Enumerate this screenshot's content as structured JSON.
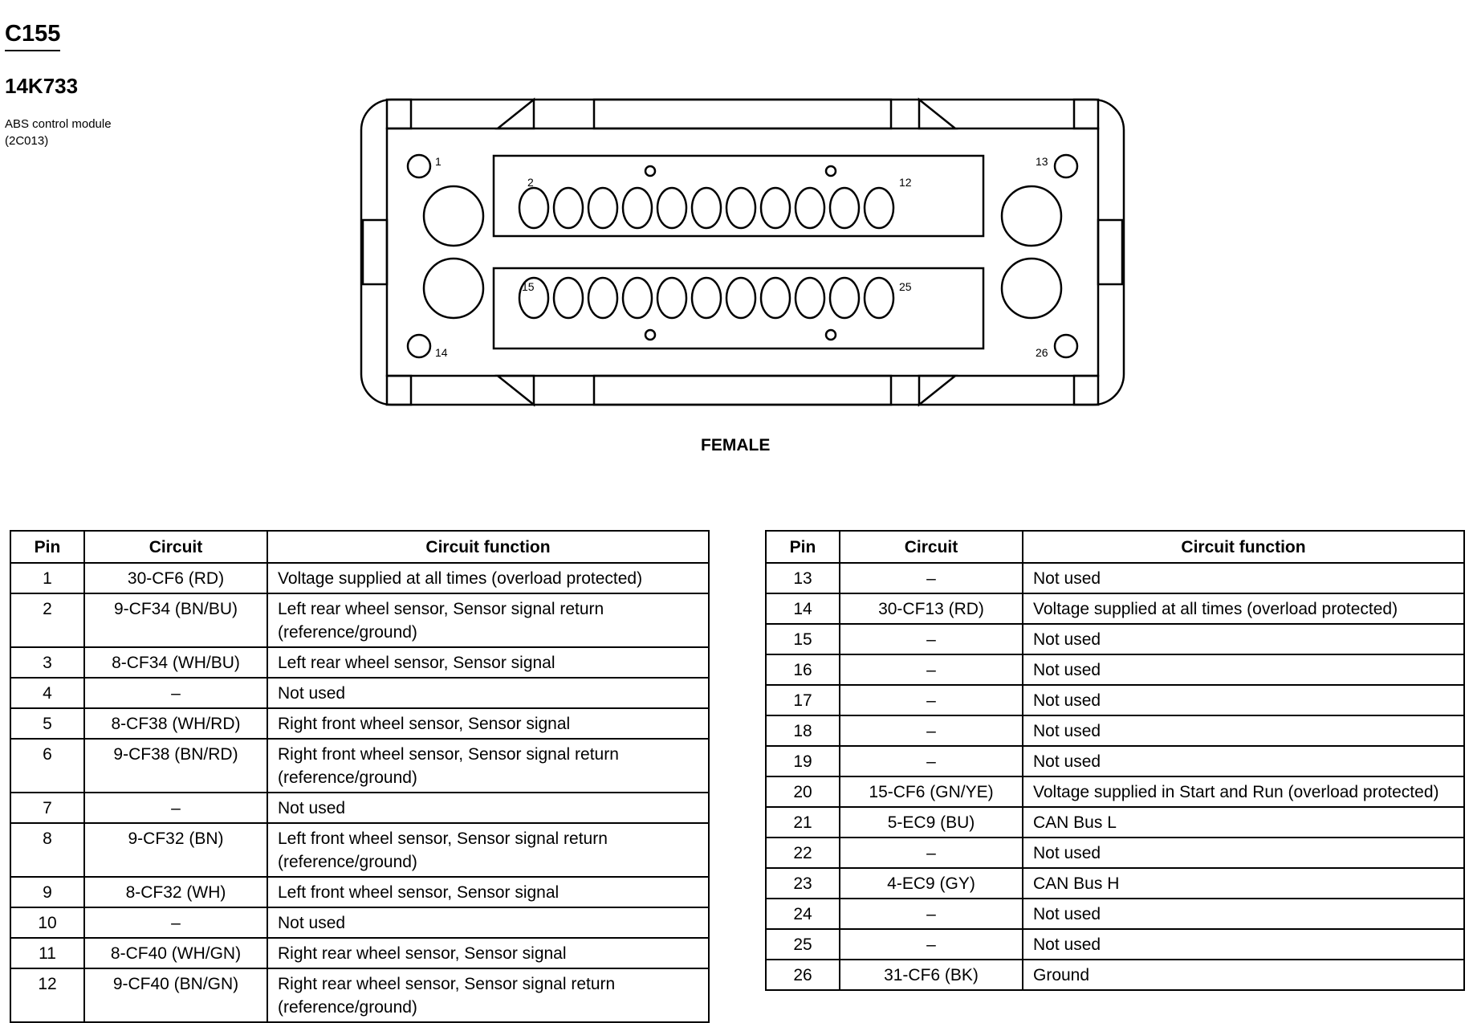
{
  "header": {
    "connector_id": "C155",
    "part_number": "14K733",
    "description": "ABS control module\n(2C013)"
  },
  "diagram": {
    "gender_label": "FEMALE",
    "pin_labels": [
      "1",
      "2",
      "12",
      "13",
      "14",
      "15",
      "25",
      "26"
    ]
  },
  "table_headers": {
    "pin": "Pin",
    "circuit": "Circuit",
    "function": "Circuit function"
  },
  "pins_left": [
    {
      "pin": "1",
      "circuit": "30-CF6 (RD)",
      "function": "Voltage supplied at all times (overload protected)"
    },
    {
      "pin": "2",
      "circuit": "9-CF34 (BN/BU)",
      "function": "Left rear wheel sensor, Sensor signal return (reference/ground)"
    },
    {
      "pin": "3",
      "circuit": "8-CF34 (WH/BU)",
      "function": "Left rear wheel sensor, Sensor signal"
    },
    {
      "pin": "4",
      "circuit": "–",
      "function": "Not used"
    },
    {
      "pin": "5",
      "circuit": "8-CF38 (WH/RD)",
      "function": "Right front wheel sensor, Sensor signal"
    },
    {
      "pin": "6",
      "circuit": "9-CF38 (BN/RD)",
      "function": "Right front wheel sensor, Sensor signal return (reference/ground)"
    },
    {
      "pin": "7",
      "circuit": "–",
      "function": "Not used"
    },
    {
      "pin": "8",
      "circuit": "9-CF32 (BN)",
      "function": "Left front wheel sensor, Sensor signal return (reference/ground)"
    },
    {
      "pin": "9",
      "circuit": "8-CF32 (WH)",
      "function": "Left front wheel sensor, Sensor signal"
    },
    {
      "pin": "10",
      "circuit": "–",
      "function": "Not used"
    },
    {
      "pin": "11",
      "circuit": "8-CF40 (WH/GN)",
      "function": "Right rear wheel sensor, Sensor signal"
    },
    {
      "pin": "12",
      "circuit": "9-CF40 (BN/GN)",
      "function": "Right rear wheel sensor, Sensor signal return (reference/ground)"
    }
  ],
  "pins_right": [
    {
      "pin": "13",
      "circuit": "–",
      "function": "Not used"
    },
    {
      "pin": "14",
      "circuit": "30-CF13 (RD)",
      "function": "Voltage supplied at all times (overload protected)"
    },
    {
      "pin": "15",
      "circuit": "–",
      "function": "Not used"
    },
    {
      "pin": "16",
      "circuit": "–",
      "function": "Not used"
    },
    {
      "pin": "17",
      "circuit": "–",
      "function": "Not used"
    },
    {
      "pin": "18",
      "circuit": "–",
      "function": "Not used"
    },
    {
      "pin": "19",
      "circuit": "–",
      "function": "Not used"
    },
    {
      "pin": "20",
      "circuit": "15-CF6 (GN/YE)",
      "function": "Voltage supplied in Start and Run (overload protected)"
    },
    {
      "pin": "21",
      "circuit": "5-EC9 (BU)",
      "function": "CAN Bus L"
    },
    {
      "pin": "22",
      "circuit": "–",
      "function": "Not used"
    },
    {
      "pin": "23",
      "circuit": "4-EC9 (GY)",
      "function": "CAN Bus H"
    },
    {
      "pin": "24",
      "circuit": "–",
      "function": "Not used"
    },
    {
      "pin": "25",
      "circuit": "–",
      "function": "Not used"
    },
    {
      "pin": "26",
      "circuit": "31-CF6 (BK)",
      "function": "Ground"
    }
  ]
}
